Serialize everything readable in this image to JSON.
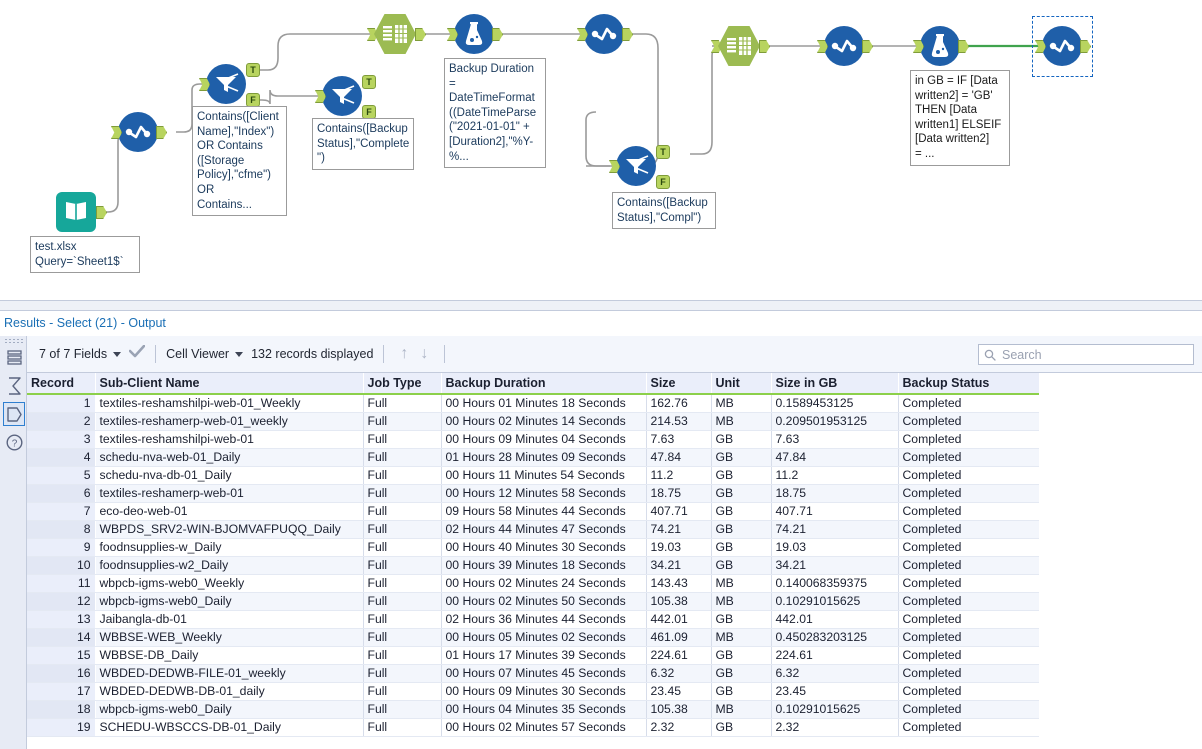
{
  "canvas": {
    "tools": [
      {
        "id": "input-data",
        "type": "input-data-tool",
        "label": "test.xlsx\nQuery=`Sheet1$`"
      },
      {
        "id": "select-1",
        "type": "select-tool",
        "label": ""
      },
      {
        "id": "filter-1",
        "type": "filter-tool",
        "label": "Contains([Client\nName],\"Index\")\nOR Contains\n([Storage\nPolicy],\"cfme\")\nOR\nContains..."
      },
      {
        "id": "filter-2",
        "type": "filter-tool",
        "label": "Contains([Backup\nStatus],\"Complete\n\")"
      },
      {
        "id": "text-to-columns-1",
        "type": "text-to-columns-tool",
        "label": ""
      },
      {
        "id": "formula-1",
        "type": "formula-tool",
        "label": "Backup Duration\n=\nDateTimeFormat\n((DateTimeParse\n(\"2021-01-01\" +\n[Duration2],\"%Y-\n%..."
      },
      {
        "id": "select-2",
        "type": "select-tool",
        "label": ""
      },
      {
        "id": "filter-3",
        "type": "filter-tool",
        "label": "Contains([Backup\nStatus],\"Compl\")"
      },
      {
        "id": "text-to-columns-2",
        "type": "text-to-columns-tool",
        "label": ""
      },
      {
        "id": "select-3",
        "type": "select-tool",
        "label": ""
      },
      {
        "id": "formula-2",
        "type": "formula-tool",
        "label": "in GB = IF [Data\nwritten2] = 'GB'\nTHEN [Data\nwritten1] ELSEIF\n[Data written2]\n= ..."
      },
      {
        "id": "select-4",
        "type": "select-tool",
        "label": ""
      }
    ],
    "anchor_labels": {
      "true": "T",
      "false": "F"
    },
    "colors": {
      "tool_blue": "#1f5fa9",
      "tool_green_hex": "#9cbb52",
      "input_teal": "#16a79a",
      "anchor_green": "#b8d45f",
      "wire_gray": "#9a9a9a",
      "wire_green": "#3fa34d",
      "selection_blue": "#1565c0"
    }
  },
  "results": {
    "title": "Results - Select (21) - Output",
    "toolbar": {
      "fields_label": "7 of 7 Fields",
      "checkmark_icon": "check-icon",
      "viewer_label": "Cell Viewer",
      "records_label": "132 records displayed",
      "up_arrow_icon": "arrow-up-icon",
      "down_arrow_icon": "arrow-down-icon"
    },
    "search": {
      "placeholder": "Search",
      "value": "",
      "icon": "search-icon"
    },
    "rail": [
      {
        "name": "messages-icon"
      },
      {
        "name": "sum-icon"
      },
      {
        "name": "data-icon"
      },
      {
        "name": "help-icon"
      }
    ],
    "columns": [
      "Record",
      "Sub-Client Name",
      "Job Type",
      "Backup Duration",
      "Size",
      "Unit",
      "Size in GB",
      "Backup Status"
    ],
    "rows": [
      [
        "1",
        "textiles-reshamshilpi-web-01_Weekly",
        "Full",
        "00 Hours 01 Minutes 18 Seconds",
        "162.76",
        "MB",
        "0.1589453125",
        "Completed"
      ],
      [
        "2",
        "textiles-reshamerp-web-01_weekly",
        "Full",
        "00 Hours 02 Minutes 14 Seconds",
        "214.53",
        "MB",
        "0.209501953125",
        "Completed"
      ],
      [
        "3",
        "textiles-reshamshilpi-web-01",
        "Full",
        "00 Hours 09 Minutes 04 Seconds",
        "7.63",
        "GB",
        "7.63",
        "Completed"
      ],
      [
        "4",
        "schedu-nva-web-01_Daily",
        "Full",
        "01 Hours 28 Minutes 09 Seconds",
        "47.84",
        "GB",
        "47.84",
        "Completed"
      ],
      [
        "5",
        "schedu-nva-db-01_Daily",
        "Full",
        "00 Hours 11 Minutes 54 Seconds",
        "11.2",
        "GB",
        "11.2",
        "Completed"
      ],
      [
        "6",
        "textiles-reshamerp-web-01",
        "Full",
        "00 Hours 12 Minutes 58 Seconds",
        "18.75",
        "GB",
        "18.75",
        "Completed"
      ],
      [
        "7",
        "eco-deo-web-01",
        "Full",
        "09 Hours 58 Minutes 44 Seconds",
        "407.71",
        "GB",
        "407.71",
        "Completed"
      ],
      [
        "8",
        "WBPDS_SRV2-WIN-BJOMVAFPUQQ_Daily",
        "Full",
        "02 Hours 44 Minutes 47 Seconds",
        "74.21",
        "GB",
        "74.21",
        "Completed"
      ],
      [
        "9",
        "foodnsupplies-w_Daily",
        "Full",
        "00 Hours 40 Minutes 30 Seconds",
        "19.03",
        "GB",
        "19.03",
        "Completed"
      ],
      [
        "10",
        "foodnsupplies-w2_Daily",
        "Full",
        "00 Hours 39 Minutes 18 Seconds",
        "34.21",
        "GB",
        "34.21",
        "Completed"
      ],
      [
        "11",
        "wbpcb-igms-web0_Weekly",
        "Full",
        "00 Hours 02 Minutes 24 Seconds",
        "143.43",
        "MB",
        "0.140068359375",
        "Completed"
      ],
      [
        "12",
        "wbpcb-igms-web0_Daily",
        "Full",
        "00 Hours 02 Minutes 50 Seconds",
        "105.38",
        "MB",
        "0.10291015625",
        "Completed"
      ],
      [
        "13",
        "Jaibangla-db-01",
        "Full",
        "02 Hours 36 Minutes 44 Seconds",
        "442.01",
        "GB",
        "442.01",
        "Completed"
      ],
      [
        "14",
        "WBBSE-WEB_Weekly",
        "Full",
        "00 Hours 05 Minutes 02 Seconds",
        "461.09",
        "MB",
        "0.450283203125",
        "Completed"
      ],
      [
        "15",
        "WBBSE-DB_Daily",
        "Full",
        "01 Hours 17 Minutes 39 Seconds",
        "224.61",
        "GB",
        "224.61",
        "Completed"
      ],
      [
        "16",
        "WBDED-DEDWB-FILE-01_weekly",
        "Full",
        "00 Hours 07 Minutes 45 Seconds",
        "6.32",
        "GB",
        "6.32",
        "Completed"
      ],
      [
        "17",
        "WBDED-DEDWB-DB-01_daily",
        "Full",
        "00 Hours 09 Minutes 30 Seconds",
        "23.45",
        "GB",
        "23.45",
        "Completed"
      ],
      [
        "18",
        "wbpcb-igms-web0_Daily",
        "Full",
        "00 Hours 04 Minutes 35 Seconds",
        "105.38",
        "MB",
        "0.10291015625",
        "Completed"
      ],
      [
        "19",
        "SCHEDU-WBSCCS-DB-01_Daily",
        "Full",
        "00 Hours 02 Minutes 57 Seconds",
        "2.32",
        "GB",
        "2.32",
        "Completed"
      ]
    ]
  }
}
